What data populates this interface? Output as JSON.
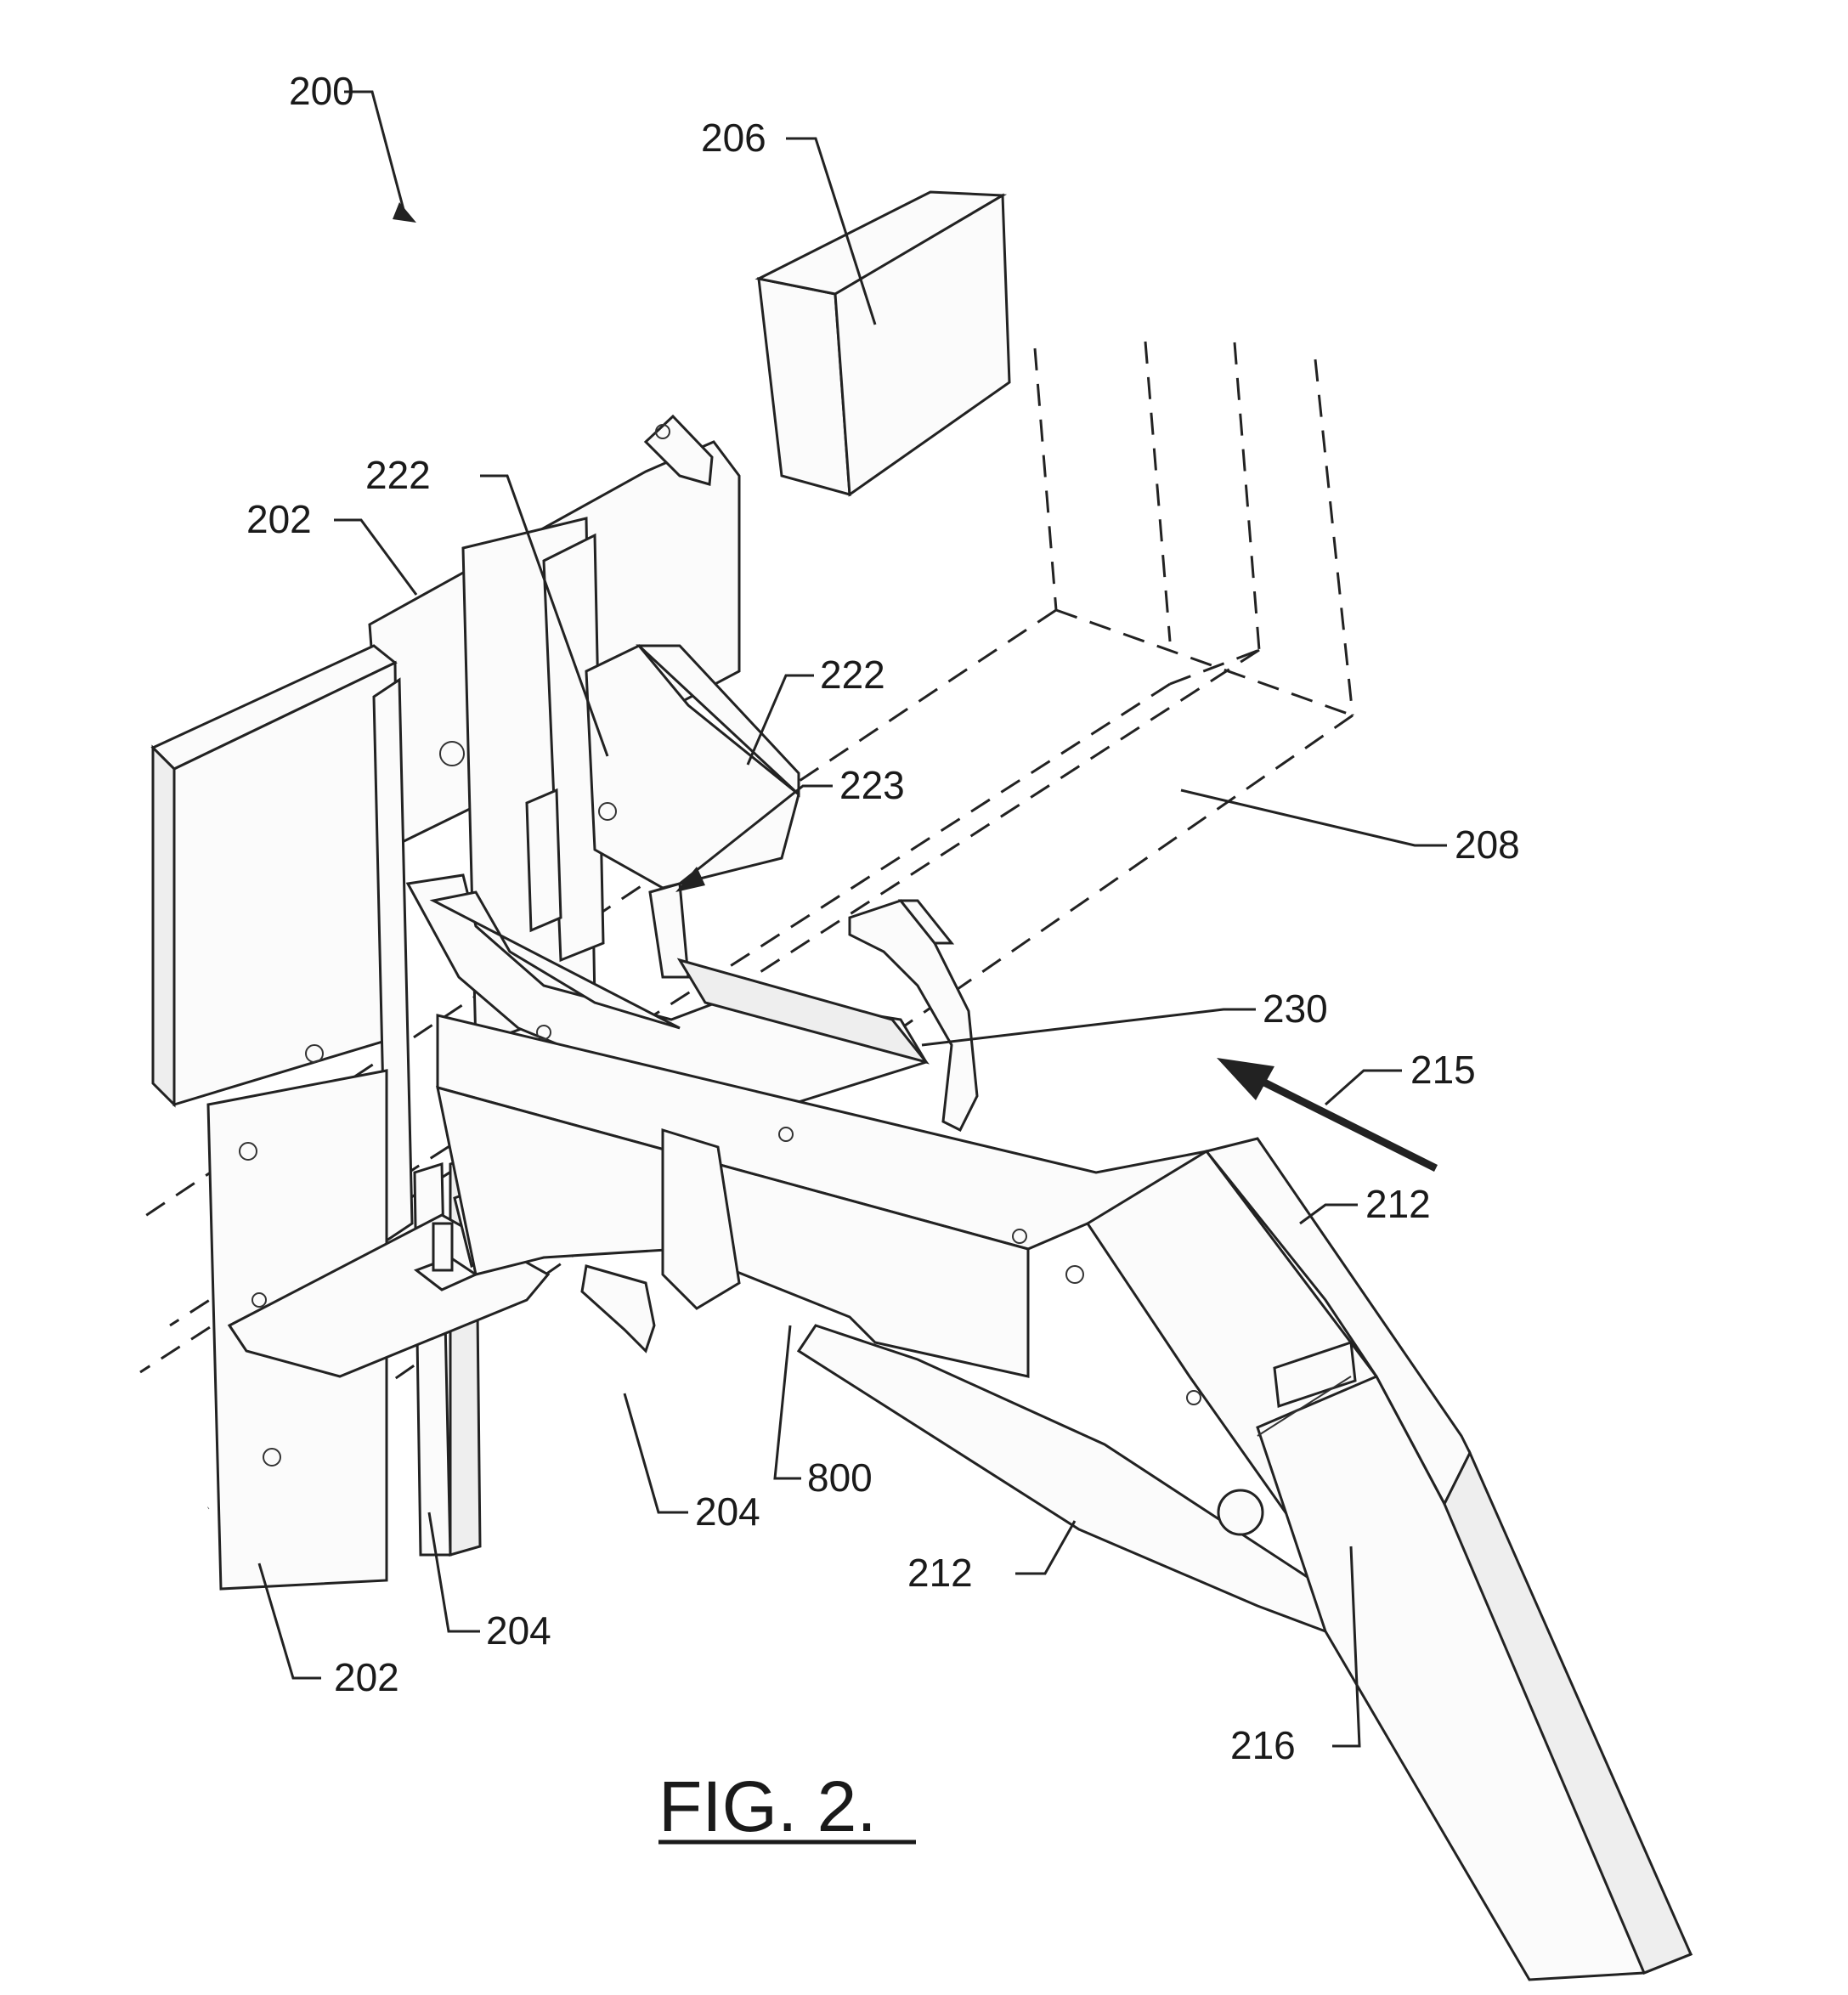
{
  "figure": {
    "caption": "FIG. 2.",
    "labels": {
      "l200": "200",
      "l206": "206",
      "l222a": "222",
      "l202a": "202",
      "l222b": "222",
      "l223": "223",
      "l208": "208",
      "l230": "230",
      "l215": "215",
      "l212a": "212",
      "l800": "800",
      "l204a": "204",
      "l212b": "212",
      "l204b": "204",
      "l202b": "202",
      "l216": "216"
    }
  }
}
